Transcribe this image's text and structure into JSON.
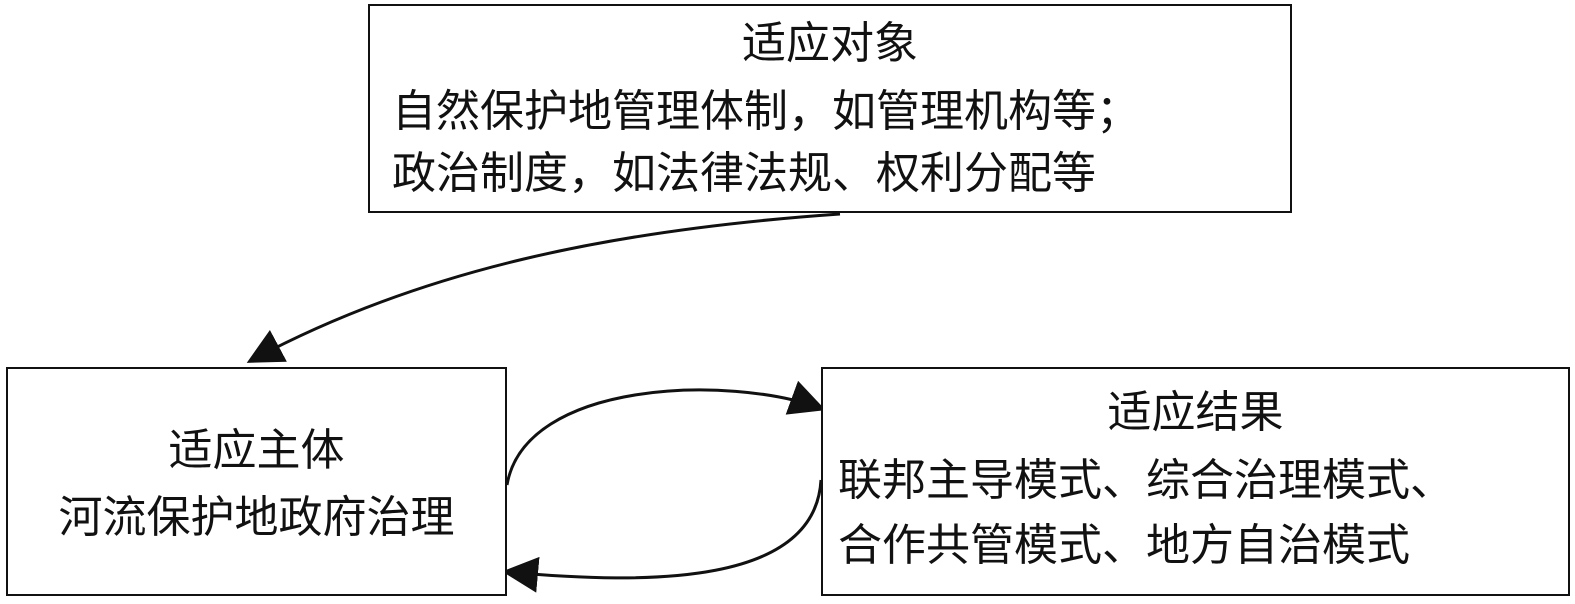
{
  "adaptation_object": {
    "title": "适应对象",
    "line1": "自然保护地管理体制，如管理机构等；",
    "line2": "政治制度，如法律法规、权利分配等"
  },
  "adaptation_subject": {
    "title": "适应主体",
    "line1": "河流保护地政府治理"
  },
  "adaptation_result": {
    "title": "适应结果",
    "line1": "联邦主导模式、综合治理模式、",
    "line2": "合作共管模式、地方自治模式"
  }
}
